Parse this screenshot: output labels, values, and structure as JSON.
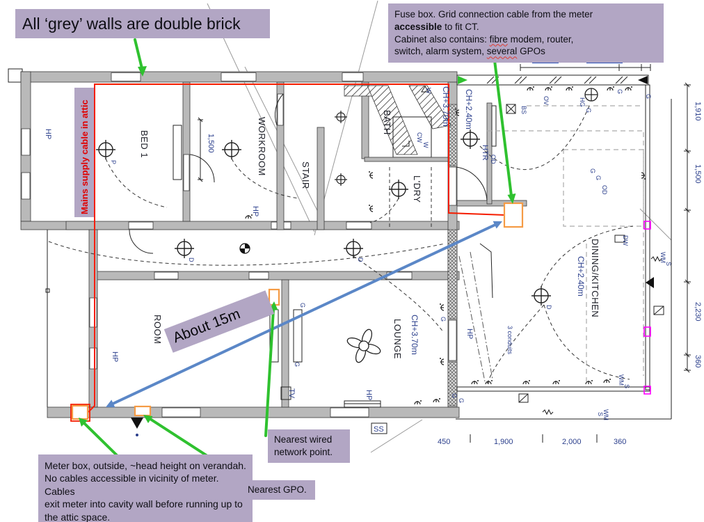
{
  "annotations": {
    "grey_walls": "All ‘grey’ walls are double brick",
    "fuse": {
      "l1": "Fuse box.  Grid connection cable from the meter",
      "l2_bold": "accessible",
      "l2_rest": " to fit CT.",
      "l3a": "Cabinet also contains: ",
      "l3b": "fibre",
      "l3c": " modem, router,",
      "l4a": "switch, alarm system, ",
      "l4b": "several",
      "l4c": " GPOs"
    },
    "meter": {
      "l1": "Meter box, outside, ~head height on verandah.",
      "l2": "No cables accessible in vicinity of meter. Cables",
      "l3": "exit meter into cavity wall before running up to",
      "l4": "the attic space."
    },
    "network": {
      "l1": "Nearest wired",
      "l2": "network point."
    },
    "gpo": "Nearest GPO.",
    "distance": "About 15m",
    "mains": "Mains supply cable in attic"
  },
  "rooms": {
    "bed1": "BED 1",
    "workroom": "WORKROOM",
    "stair": "STAIR",
    "bath": "BATH",
    "ldry": "L'DRY",
    "room": "ROOM",
    "lounge": "LOUNGE",
    "dining": "DINING/KITCHEN",
    "hall_height": "CH+3.70m",
    "lounge_height": "CH+3.70m",
    "entry_height": "CH+2.40m",
    "dining_height": "CH+2.40m",
    "conduits": "3 conduits"
  },
  "devices": {
    "hp": "HP",
    "g": "G",
    "ov": "OV",
    "hg": "HG",
    "od": "OD",
    "dw": "DW",
    "wm": "WM",
    "s": "S",
    "tv": "TV",
    "ss": "SS",
    "bs": "BS",
    "htr": "HTR",
    "cw": "CW",
    "w": "W",
    "d": "D",
    "p": "P"
  },
  "dimensions": {
    "bed1": "1,500",
    "right": [
      "1,910",
      "1,500",
      "2,230",
      "360"
    ],
    "bottom": [
      "450",
      "1,900",
      "2,000",
      "360"
    ]
  },
  "colors": {
    "annotation_bg": "#b2a6c4",
    "wall_grey": "#b9b9b9",
    "cable_red": "#f51d00",
    "arrow_green": "#2fc12f",
    "arrow_blue": "#5b87c7",
    "marker_orange": "#f59b45",
    "marker_magenta": "#ff00ff",
    "plan_blue": "#2b3f8c"
  }
}
